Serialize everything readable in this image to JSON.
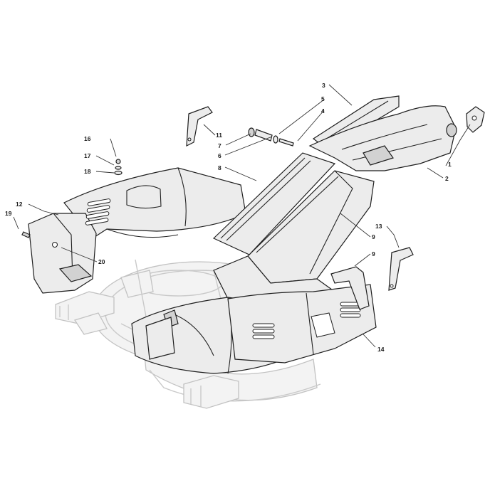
{
  "diagram": {
    "callouts": [
      {
        "id": "c1",
        "label": "1"
      },
      {
        "id": "c2",
        "label": "2"
      },
      {
        "id": "c3",
        "label": "3"
      },
      {
        "id": "c4",
        "label": "4"
      },
      {
        "id": "c5",
        "label": "5"
      },
      {
        "id": "c6",
        "label": "6"
      },
      {
        "id": "c7",
        "label": "7"
      },
      {
        "id": "c8",
        "label": "8"
      },
      {
        "id": "c9a",
        "label": "9"
      },
      {
        "id": "c9b",
        "label": "9"
      },
      {
        "id": "c11",
        "label": "11"
      },
      {
        "id": "c12",
        "label": "12"
      },
      {
        "id": "c13",
        "label": "13"
      },
      {
        "id": "c14",
        "label": "14"
      },
      {
        "id": "c16",
        "label": "16"
      },
      {
        "id": "c17",
        "label": "17"
      },
      {
        "id": "c18",
        "label": "18"
      },
      {
        "id": "c19",
        "label": "19"
      },
      {
        "id": "c20",
        "label": "20"
      }
    ]
  }
}
